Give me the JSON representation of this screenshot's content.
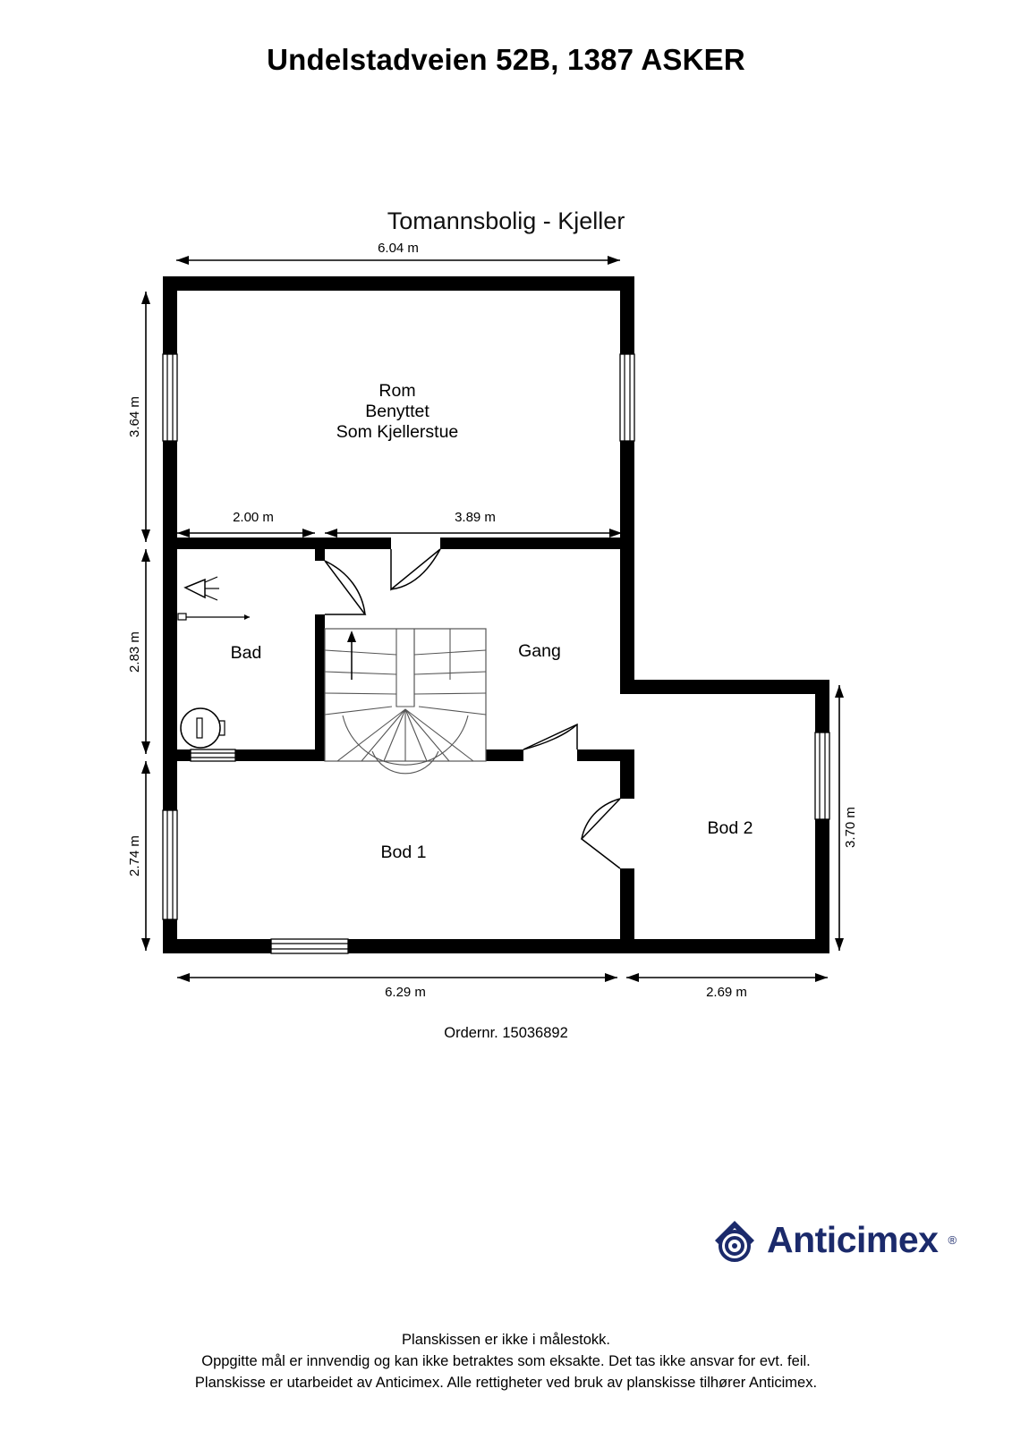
{
  "document": {
    "title": "Undelstadveien 52B, 1387 ASKER",
    "plan_subtitle": "Tomannsbolig  - Kjeller",
    "order_number": "Ordernr. 15036892"
  },
  "brand": {
    "name": "Anticimex",
    "registered_mark": "®",
    "color": "#1b2a6b",
    "logo_icon": "anticimex-spiral-logo"
  },
  "floorplan": {
    "type": "floor-plan",
    "level": "Kjeller",
    "building_type": "Tomannsbolig",
    "rooms": [
      {
        "id": "kjellerstue",
        "label_lines": [
          "Rom",
          "Benyttet",
          "Som Kjellerstue"
        ],
        "label": "Rom Benyttet Som Kjellerstue"
      },
      {
        "id": "bad",
        "label": "Bad"
      },
      {
        "id": "gang",
        "label": "Gang"
      },
      {
        "id": "bod1",
        "label": "Bod 1"
      },
      {
        "id": "bod2",
        "label": "Bod 2"
      }
    ],
    "room_labels": {
      "kjellerstue_line1": "Rom",
      "kjellerstue_line2": "Benyttet",
      "kjellerstue_line3": "Som Kjellerstue",
      "bad": "Bad",
      "gang": "Gang",
      "bod1": "Bod 1",
      "bod2": "Bod 2"
    },
    "dimensions": {
      "top_overall": "6.04 m",
      "left_upper": "3.64 m",
      "left_middle": "2.83 m",
      "left_lower": "2.74 m",
      "mid_left": "2.00 m",
      "mid_right": "3.89 m",
      "bottom_left": "6.29 m",
      "bottom_right": "2.69 m",
      "right_side": "3.70 m"
    },
    "units": "m",
    "features": {
      "stair_direction_icon": "up-arrow",
      "bathroom_fixtures": [
        "shower-symbol",
        "towel-bar",
        "toilet-symbol"
      ],
      "windows": 5,
      "doors": 4
    }
  },
  "disclaimer": {
    "line1": "Planskissen er ikke i målestokk.",
    "line2": "Oppgitte mål er innvendig og kan ikke betraktes som eksakte. Det tas ikke ansvar for evt. feil.",
    "line3": "Planskisse er utarbeidet av Anticimex. Alle rettigheter ved bruk av planskisse tilhører Anticimex."
  }
}
